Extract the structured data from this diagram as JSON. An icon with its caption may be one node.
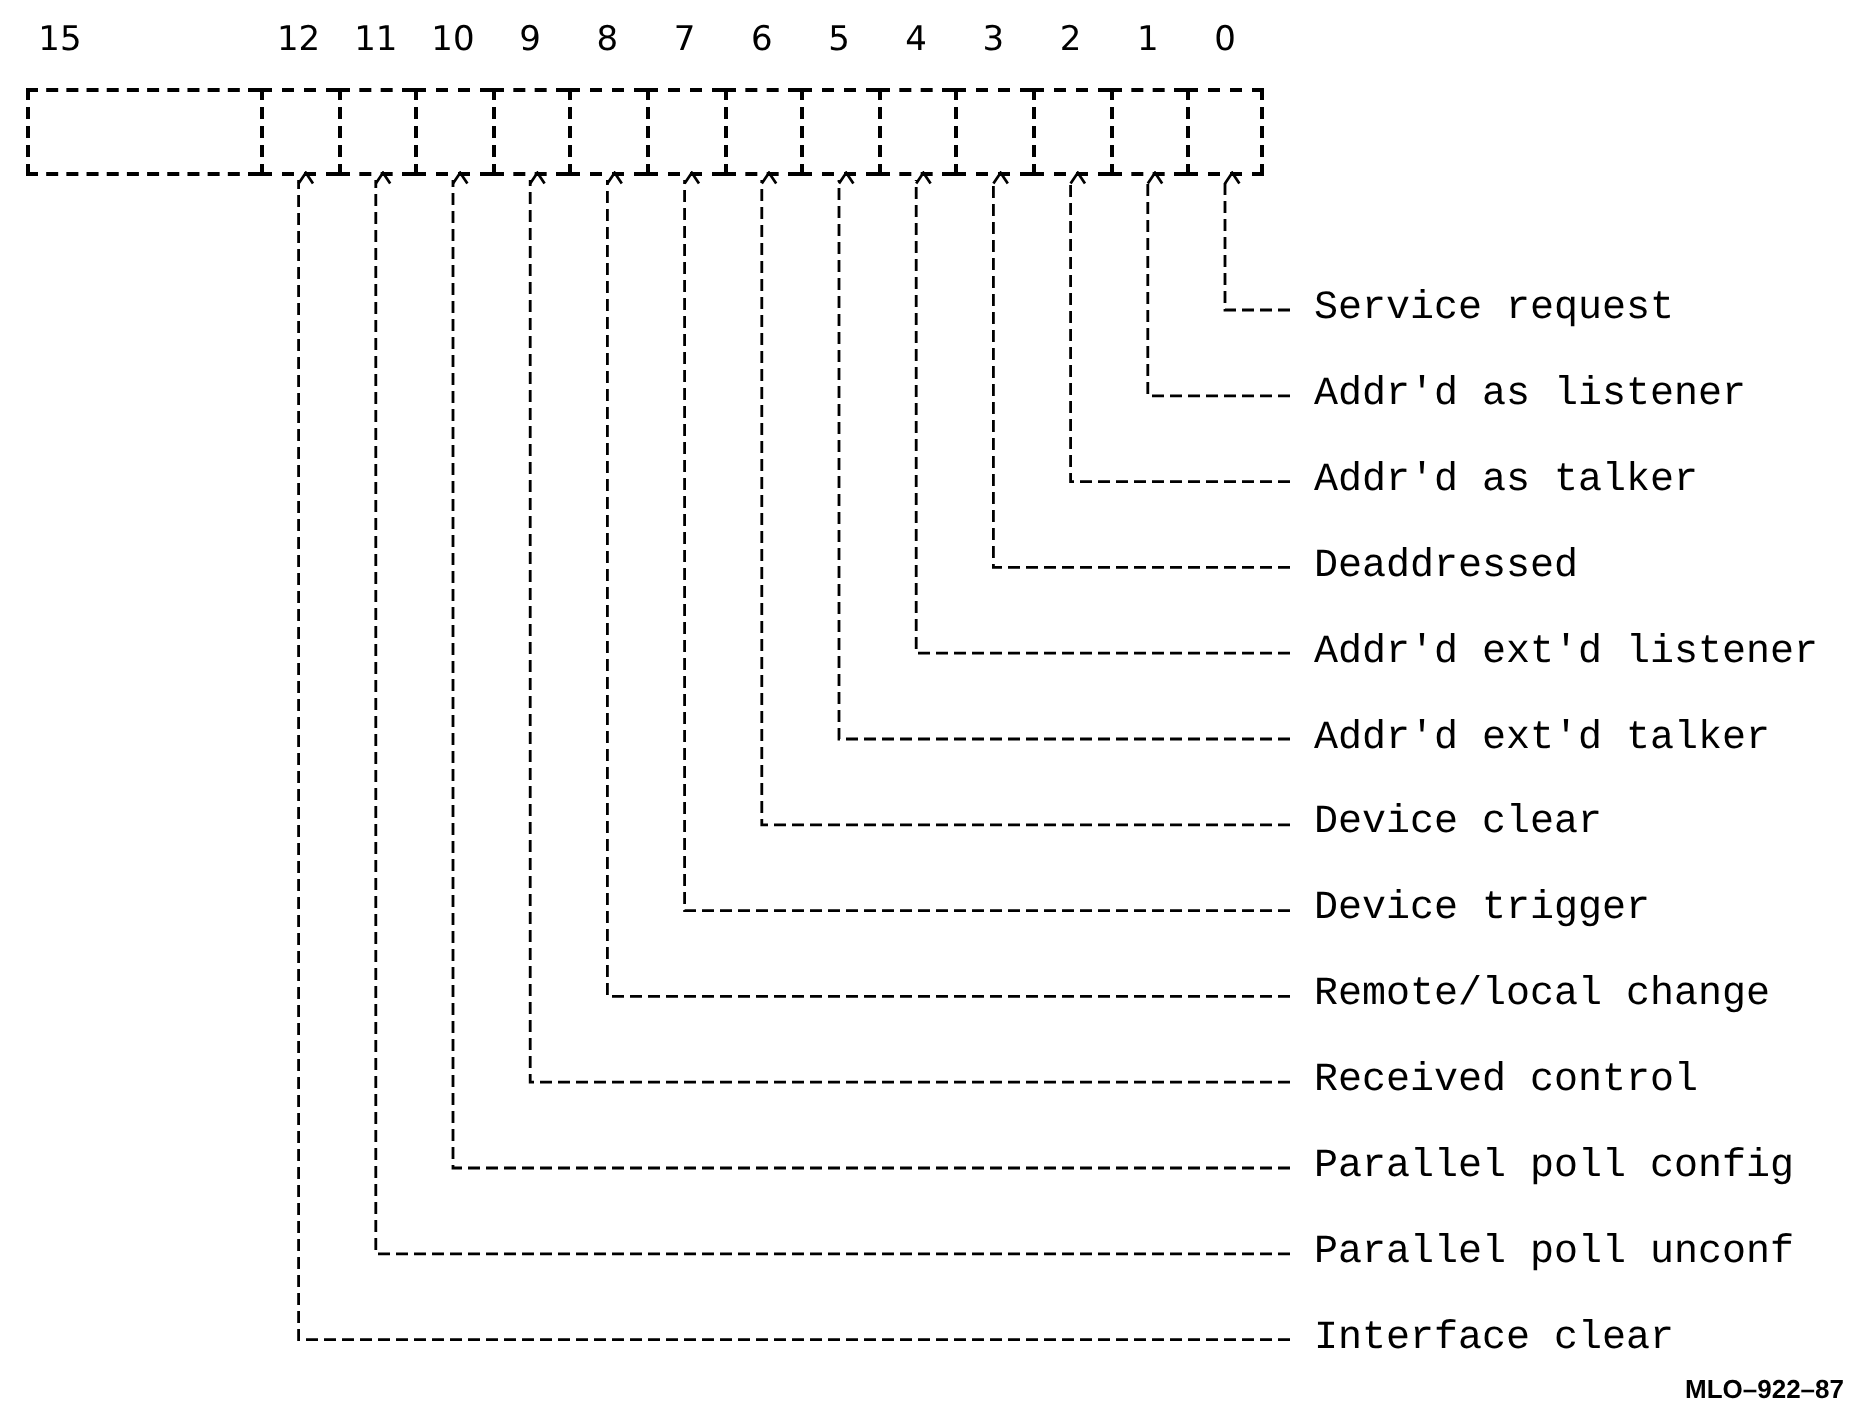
{
  "diagram": {
    "nodes": [
      {
        "text": [],
        "shape": "box"
      },
      {
        "text": [],
        "shape": "box"
      },
      {
        "text": [],
        "shape": "box"
      },
      {
        "text": [],
        "shape": "box"
      },
      {
        "text": [],
        "shape": "box"
      },
      {
        "text": [],
        "shape": "box"
      },
      {
        "text": [],
        "shape": "box"
      },
      {
        "text": [],
        "shape": "box"
      },
      {
        "text": [],
        "shape": "box"
      },
      {
        "text": [],
        "shape": "box"
      },
      {
        "text": [],
        "shape": "box"
      },
      {
        "text": [],
        "shape": "box"
      },
      {
        "text": [],
        "shape": "box"
      },
      {
        "text": [],
        "shape": "box"
      },
      {
        "text": [
          "Service request"
        ]
      },
      {
        "text": [
          "Addr'd as listener"
        ]
      },
      {
        "text": [
          "Addr'd as talker"
        ]
      },
      {
        "text": [
          "Deaddressed"
        ]
      },
      {
        "text": [
          "Addr'd ext'd listener"
        ]
      },
      {
        "text": [
          "Addr'd ext'd talker"
        ]
      },
      {
        "text": [
          "Device clear"
        ]
      },
      {
        "text": [
          "Device trigger"
        ]
      },
      {
        "text": [
          "Remote/local change"
        ]
      },
      {
        "text": [
          "Received control"
        ]
      },
      {
        "text": [
          "Parallel poll config"
        ]
      },
      {
        "text": [
          "Parallel poll unconf"
        ]
      },
      {
        "text": [
          "Interface clear"
        ]
      }
    ],
    "edges": [
      {
        "from": 14,
        "to": 13,
        "arrow": "to",
        "style": "dashed"
      },
      {
        "from": 15,
        "to": 12,
        "arrow": "to",
        "style": "dashed"
      },
      {
        "from": 16,
        "to": 11,
        "arrow": "to",
        "style": "dashed"
      },
      {
        "from": 17,
        "to": 10,
        "arrow": "to",
        "style": "dashed"
      },
      {
        "from": 18,
        "to": 9,
        "arrow": "to",
        "style": "dashed"
      },
      {
        "from": 19,
        "to": 8,
        "arrow": "to",
        "style": "dashed"
      },
      {
        "from": 20,
        "to": 7,
        "arrow": "to",
        "style": "dashed"
      },
      {
        "from": 21,
        "to": 6,
        "arrow": "to",
        "style": "dashed"
      },
      {
        "from": 22,
        "to": 5,
        "arrow": "to",
        "style": "dashed"
      },
      {
        "from": 23,
        "to": 4,
        "arrow": "to",
        "style": "dashed"
      },
      {
        "from": 24,
        "to": 3,
        "arrow": "to",
        "style": "dashed"
      },
      {
        "from": 25,
        "to": 2,
        "arrow": "to",
        "style": "dashed"
      },
      {
        "from": 26,
        "to": 1,
        "arrow": "to",
        "style": "dashed"
      }
    ],
    "labels": [
      "15",
      "12",
      "11",
      "10",
      "9",
      "8",
      "7",
      "6",
      "5",
      "4",
      "3",
      "2",
      "1",
      "0",
      "MLO–922–87"
    ]
  }
}
